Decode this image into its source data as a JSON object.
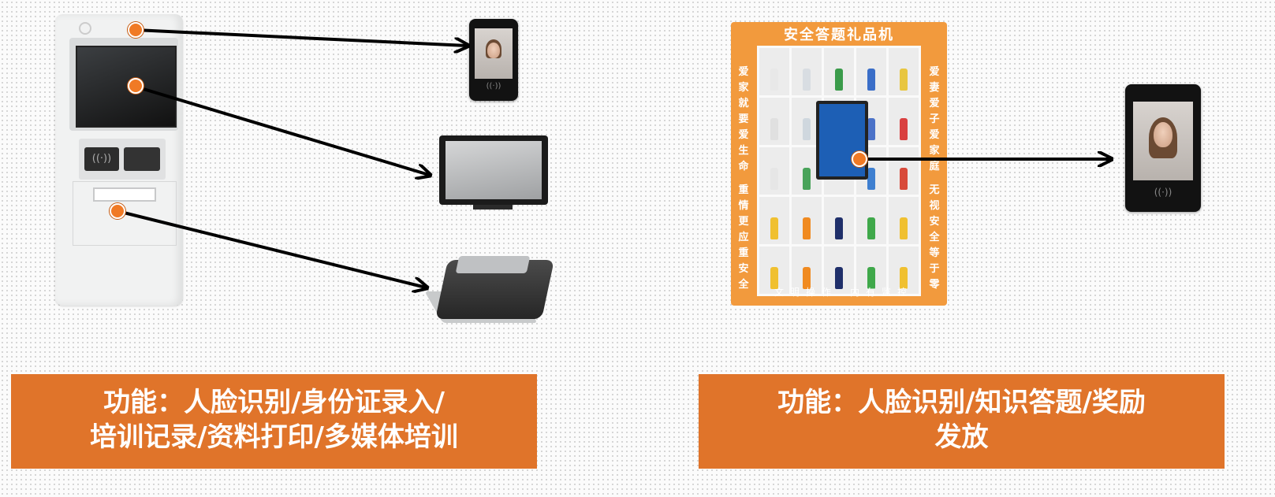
{
  "left_caption": {
    "line1": "功能：人脸识别/身份证录入/",
    "line2": "培训记录/资料打印/多媒体培训"
  },
  "right_caption": {
    "line1": "功能：人脸识别/知识答题/奖励",
    "line2": "发放"
  },
  "vending": {
    "title": "安全答题礼品机",
    "left_slogan_top": "爱家就要爱生命",
    "left_slogan_bottom": "重情更应重安全",
    "right_slogan_top": "爱妻爱子爱家庭",
    "right_slogan_bottom": "无视安全等于零",
    "bottom_left": "文明操作",
    "bottom_right": "内有监控"
  },
  "colors": {
    "caption_bg": "#e0742a",
    "frame_orange": "#f29a3d",
    "marker_orange": "#f07a25"
  },
  "icons": {
    "face_terminal": "face-recognition-terminal-icon",
    "monitor": "monitor-icon",
    "printer": "printer-icon",
    "kiosk": "kiosk-icon",
    "vending": "vending-machine-icon"
  }
}
